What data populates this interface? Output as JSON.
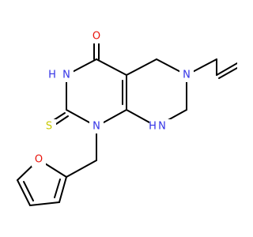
{
  "atoms": {
    "o_carbonyl": {
      "symbol": "O",
      "color": "#e8140c"
    },
    "n3": {
      "symbol": "N",
      "color": "#3232e6"
    },
    "h_n3": {
      "symbol": "H",
      "color": "#3232e6"
    },
    "n6": {
      "symbol": "N",
      "color": "#3232e6"
    },
    "s_thione": {
      "symbol": "S",
      "color": "#c8c800"
    },
    "n1": {
      "symbol": "N",
      "color": "#3232e6"
    },
    "n8": {
      "symbol": "N",
      "color": "#3232e6"
    },
    "h_n8": {
      "symbol": "H",
      "color": "#3232e6"
    },
    "o_furan": {
      "symbol": "O",
      "color": "#e8140c"
    }
  },
  "bond_color": "#000000"
}
